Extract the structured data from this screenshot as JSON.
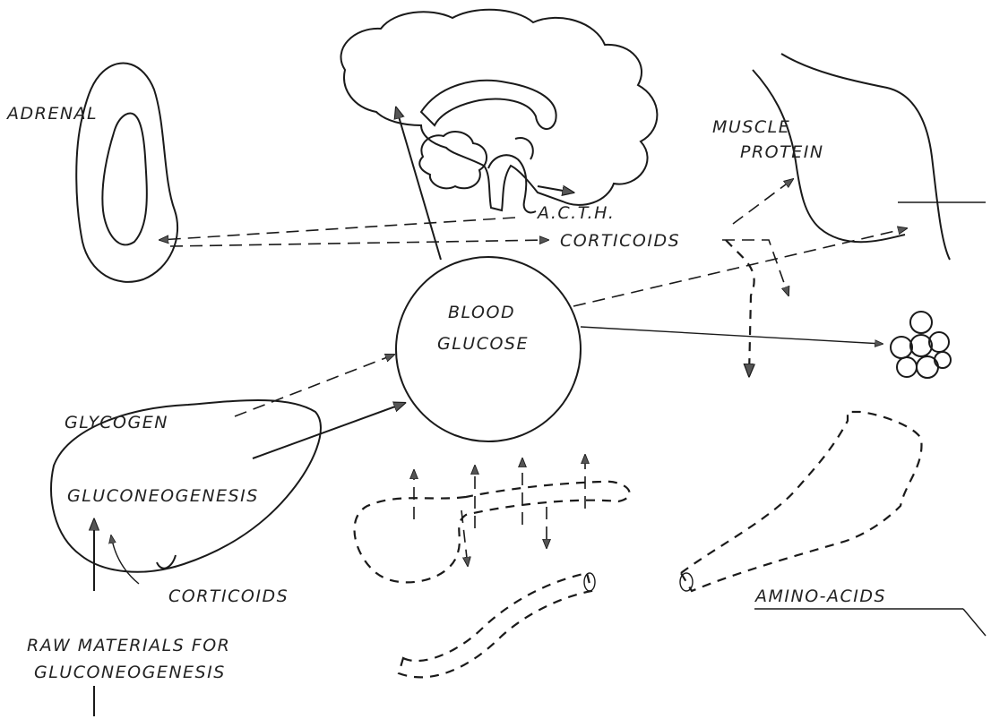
{
  "labels": {
    "adrenal": "ADRENAL",
    "muscle": "MUSCLE",
    "protein": "PROTEIN",
    "acth": "A.C.T.H.",
    "corticoids_top": "CORTICOIDS",
    "blood": "BLOOD",
    "glucose": "GLUCOSE",
    "glycogen": "GLYCOGEN",
    "gluconeogenesis": "GLUCONEOGENESIS",
    "corticoids_bottom": "CORTICOIDS",
    "raw_materials_line1": "RAW MATERIALS FOR",
    "raw_materials_line2": "GLUCONEOGENESIS",
    "amino_acids": "AMINO-ACIDS"
  },
  "colors": {
    "ink": "#1a1a1a",
    "stipple": "#6b6b6b",
    "organ_fill": "#f3f3f3"
  }
}
